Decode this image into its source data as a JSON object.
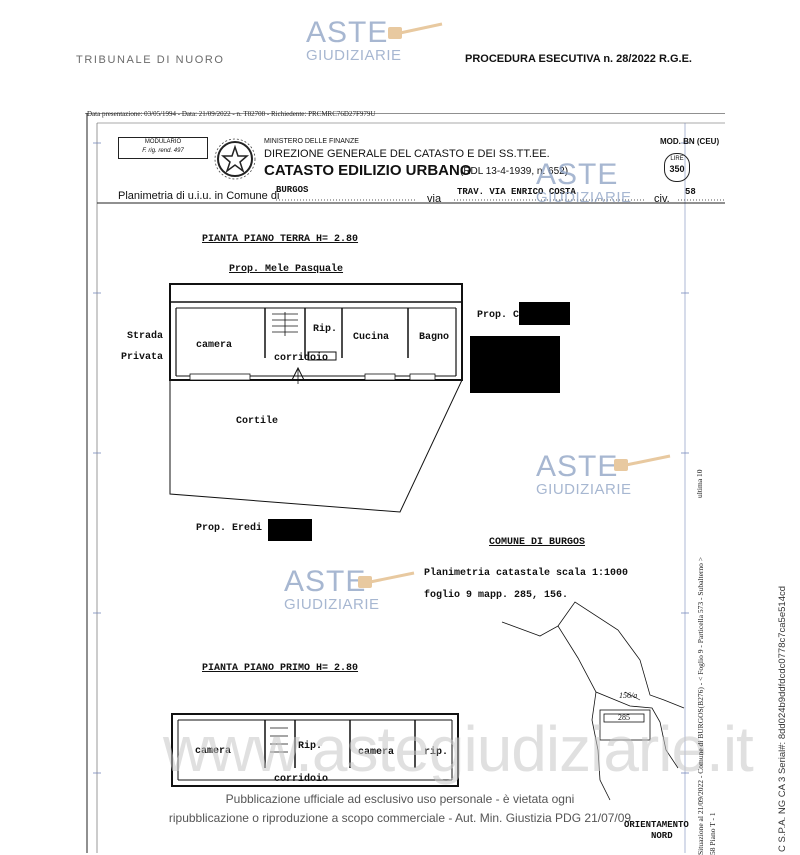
{
  "header": {
    "left": "TRIBUNALE DI NUORO",
    "right": "PROCEDURA ESECUTIVA n. 28/2022 R.G.E."
  },
  "watermark": {
    "line1": "ASTE",
    "line2": "GIUDIZIARIE",
    "url": "www.astegiudiziarie.it"
  },
  "top_meta": "Data presentazione: 03/05/1994 - Data: 21/09/2022 - n. T82708 - Richiedente: PRCMRC76D27F979U",
  "form": {
    "modulario_line1": "MODULARIO",
    "modulario_line2": "F. rig. rend. 497",
    "ministry": "MINISTERO DELLE FINANZE",
    "direction": "DIREZIONE GENERALE DEL CATASTO E DEI SS.TT.EE.",
    "catasto": "CATASTO EDILIZIO URBANO",
    "rdl": "(RDL 13-4-1939, n. 652)",
    "mod": "MOD. BN (CEU)",
    "lire": "LIRE",
    "lire_value": "350",
    "planimetria_prefix": "Planimetria di u.i.u. in Comune di",
    "comune": "BURGOS",
    "via_label": "via",
    "via_value": "TRAV. VIA ENRICO COSTA",
    "civ_label": "civ.",
    "civ_value": "58"
  },
  "plan": {
    "ground_title": "PIANTA PIANO TERRA H= 2.80",
    "neighbor_top": "Prop. Mele Pasquale",
    "strada": "Strada",
    "privata": "Privata",
    "camera": "camera",
    "rip": "Rip.",
    "cucina": "Cucina",
    "bagno": "Bagno",
    "corridoio": "corridoio",
    "cortile": "Cortile",
    "prop_right": "Prop. C",
    "prop_eredi": "Prop. Eredi",
    "comune_title": "COMUNE DI BURGOS",
    "scala": "Planimetria catastale scala 1:1000",
    "foglio": "foglio 9  mapp. 285, 156.",
    "first_title": "PIANTA PIANO PRIMO H= 2.80",
    "camera2": "camera",
    "rip2": "Rip.",
    "camera3": "camera",
    "rip3": "rip.",
    "corridoio2": "corridoio",
    "map_156": "156/a",
    "map_285": "285",
    "orientamento": "ORIENTAMENTO",
    "nord": "NORD"
  },
  "side": {
    "ultima": "ultima 10",
    "situazione": "Situazione al 21/09/2022 - Comune di BURGOS(B276) - < Foglio 9 - Particella 573 - Subalterno >",
    "indirizzo": "58 Piano T - 1",
    "serial": "C S.P.A. NG CA 3 Serial#: 8dd024b9ddfdcdc0778c7ca5e514cd"
  },
  "publication": {
    "line1": "Pubblicazione ufficiale ad esclusivo uso personale - è vietata ogni",
    "line2": "ripubblicazione o riproduzione a scopo commerciale - Aut. Min. Giustizia PDG 21/07/09"
  }
}
